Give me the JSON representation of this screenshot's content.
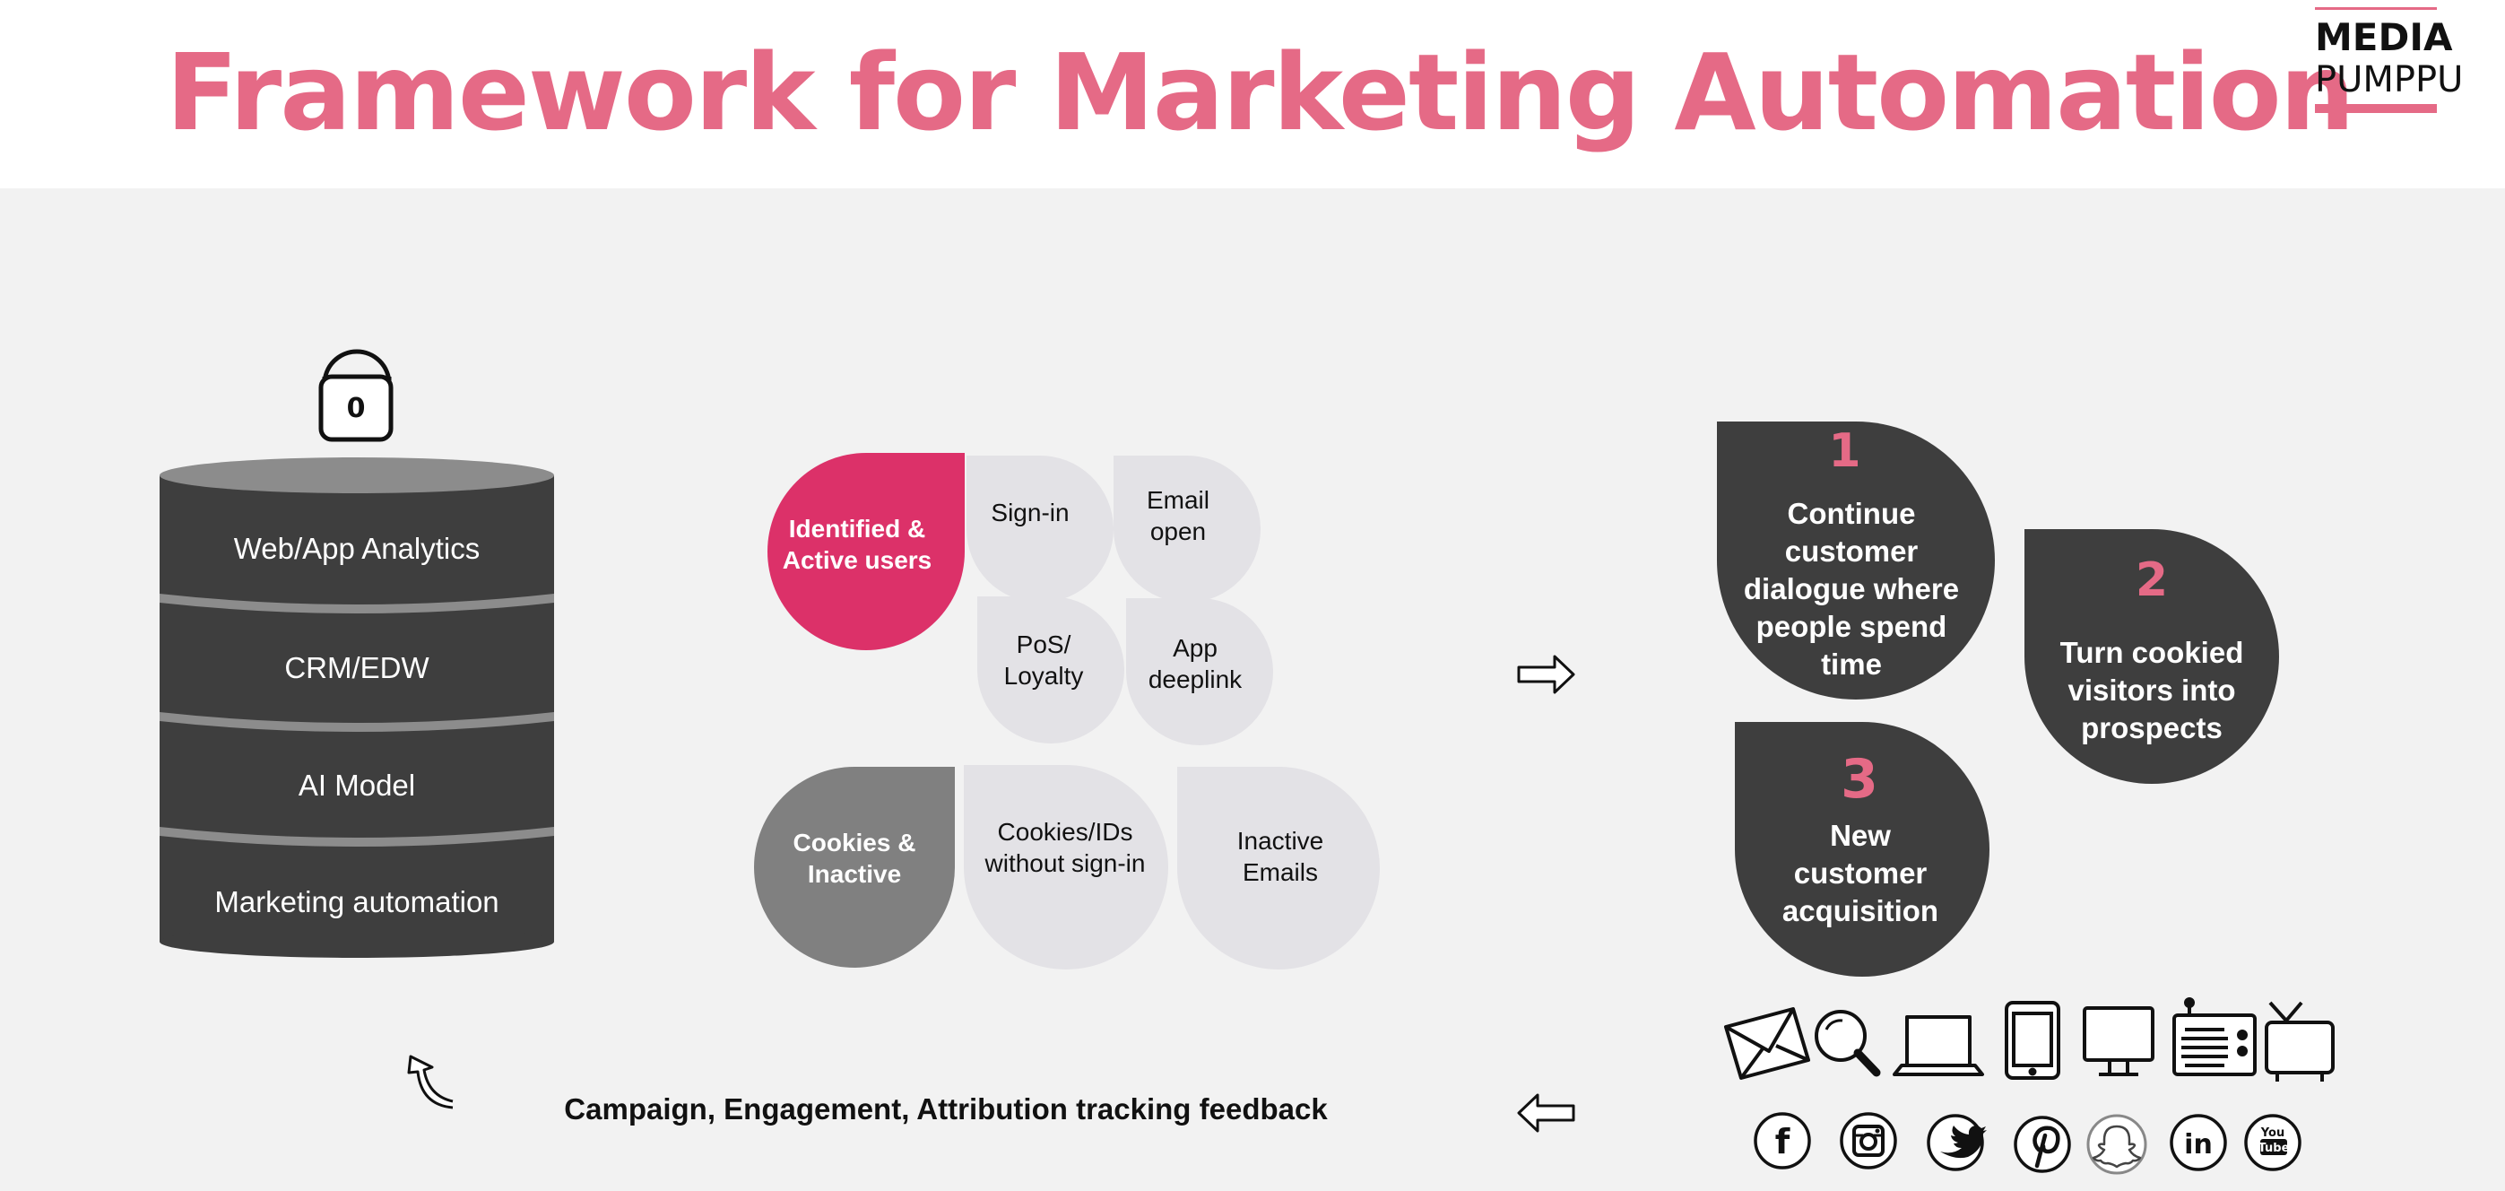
{
  "title": "Framework for Marketing Automation",
  "logo": {
    "line1": "MEDIA",
    "line2": "PUMPPU"
  },
  "colors": {
    "accent": "#e56a86",
    "magenta": "#dc3169",
    "dark": "#3e3e3e",
    "medium_gray": "#808080",
    "light_petal": "#e3e2e6",
    "background": "#f2f2f2"
  },
  "lock": {
    "label": "0"
  },
  "database": {
    "layers": [
      "Web/App Analytics",
      "CRM/EDW",
      "AI Model",
      "Marketing automation"
    ]
  },
  "segments": {
    "identified": "Identified & Active users",
    "identified_items": [
      "Sign-in",
      "Email open",
      "PoS/ Loyalty",
      "App deeplink"
    ],
    "cookied": "Cookies & Inactive",
    "cookied_items": [
      "Cookies/IDs without sign-in",
      "Inactive Emails"
    ]
  },
  "steps": [
    {
      "number": "1",
      "text": "Continue customer dialogue where people spend time"
    },
    {
      "number": "2",
      "text": "Turn cookied visitors into prospects"
    },
    {
      "number": "3",
      "text": "New customer acquisition"
    }
  ],
  "feedback_label": "Campaign, Engagement, Attribution tracking  feedback",
  "devices": [
    "email-icon",
    "search-icon",
    "laptop-icon",
    "tablet-icon",
    "desktop-icon",
    "radio-icon",
    "tv-icon"
  ],
  "social": [
    "facebook-icon",
    "instagram-icon",
    "twitter-icon",
    "pinterest-icon",
    "snapchat-icon",
    "linkedin-icon",
    "youtube-icon"
  ],
  "social_glyphs": {
    "facebook": "f",
    "linkedin": "in",
    "youtube": "You Tube"
  }
}
